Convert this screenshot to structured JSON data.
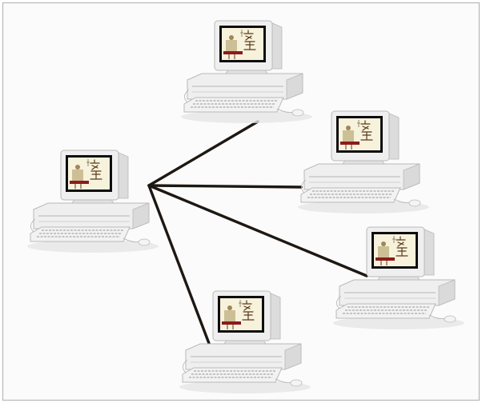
{
  "diagram": {
    "topology": "star",
    "hub": "computer-left",
    "nodes": [
      {
        "id": "computer-left",
        "icon": "desktop-computer-icon",
        "screen": "screen-image"
      },
      {
        "id": "computer-top",
        "icon": "desktop-computer-icon",
        "screen": "screen-image"
      },
      {
        "id": "computer-upper-right",
        "icon": "desktop-computer-icon",
        "screen": "screen-image"
      },
      {
        "id": "computer-lower-right",
        "icon": "desktop-computer-icon",
        "screen": "screen-image"
      },
      {
        "id": "computer-bottom",
        "icon": "desktop-computer-icon",
        "screen": "screen-image"
      }
    ],
    "links": [
      {
        "from": "computer-left",
        "to": "computer-top"
      },
      {
        "from": "computer-left",
        "to": "computer-upper-right"
      },
      {
        "from": "computer-left",
        "to": "computer-lower-right"
      },
      {
        "from": "computer-left",
        "to": "computer-bottom"
      }
    ],
    "colors": {
      "frame": "#b7b7b7",
      "background": "#fbfbfb",
      "link": "#1e1813",
      "computer_body": "#efefef",
      "computer_shadow": "#b9b9b9",
      "screen_frame": "#0d0d0d",
      "screen_bg": "#f7f2dc",
      "screen_ink": "#5a3b1b",
      "screen_bar": "#8b1c1c"
    }
  }
}
